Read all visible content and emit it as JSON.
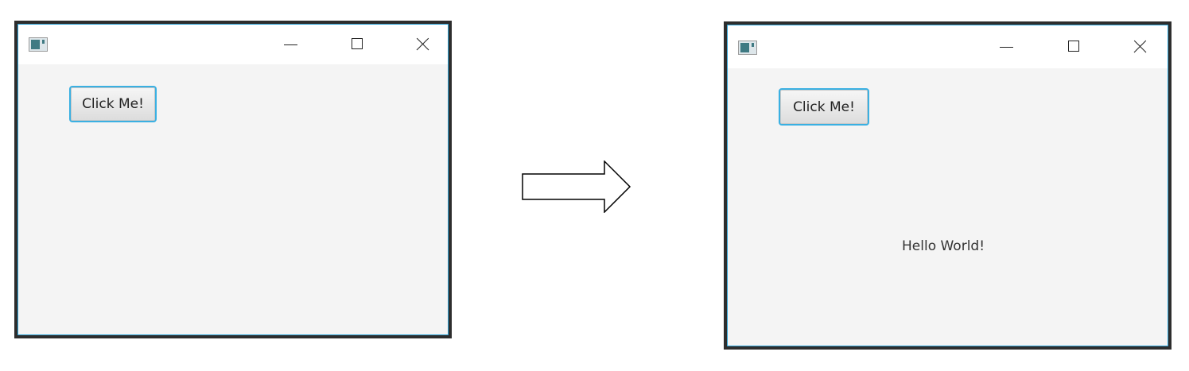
{
  "before_window": {
    "button_label": "Click Me!"
  },
  "after_window": {
    "button_label": "Click Me!",
    "label_text": "Hello World!"
  },
  "transition": {
    "icon": "arrow-right-icon"
  },
  "colors": {
    "focus_border": "#3ab0e2",
    "window_background": "#f4f4f4",
    "window_frame": "#2d2d2d"
  }
}
